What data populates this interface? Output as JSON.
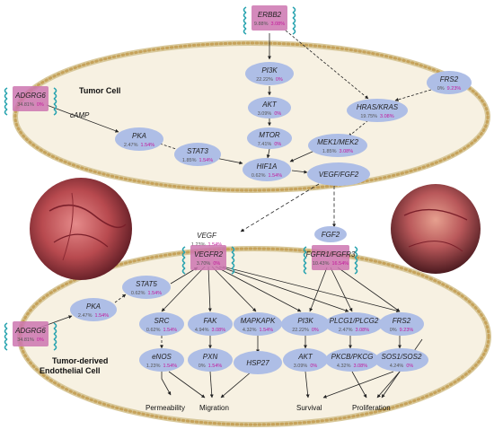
{
  "colors": {
    "node_fill": "#aebee6",
    "membrane": "#d8c89a",
    "membrane_dot": "#c6a25a",
    "receptor": "#cc76b0",
    "helix": "#2aa4b0",
    "pct_primary": "#555555",
    "pct_secondary": "#c2189b"
  },
  "icons": [
    "cell-membrane",
    "transmembrane-receptor-icon",
    "tissue-photo-left",
    "tissue-photo-right"
  ],
  "tumor": {
    "label": "Tumor Cell",
    "camp": "cAMP",
    "nodes": {
      "adgrg6": {
        "name": "ADGRG6",
        "p1": "34.81%",
        "p2": "0%"
      },
      "erbb2": {
        "name": "ERBB2",
        "p1": "9.88%",
        "p2": "3.08%"
      },
      "pi3k": {
        "name": "PI3K",
        "p1": "22.22%",
        "p2": "0%"
      },
      "akt": {
        "name": "AKT",
        "p1": "3.09%",
        "p2": "0%"
      },
      "mtor": {
        "name": "MTOR",
        "p1": "7.41%",
        "p2": "0%"
      },
      "pka": {
        "name": "PKA",
        "p1": "2.47%",
        "p2": "1.54%"
      },
      "stat3": {
        "name": "STAT3",
        "p1": "1.85%",
        "p2": "1.54%"
      },
      "hif1a": {
        "name": "HIF1A",
        "p1": "0.62%",
        "p2": "1.54%"
      },
      "frs2": {
        "name": "FRS2",
        "p1": "0%",
        "p2": "9.23%"
      },
      "hras": {
        "name": "HRAS/KRAS",
        "p1": "19.75%",
        "p2": "3.08%"
      },
      "mek": {
        "name": "MEK1/MEK2",
        "p1": "1.85%",
        "p2": "3.08%"
      },
      "vegf_fgf2": {
        "name": "VEGF/FGF2"
      }
    }
  },
  "endo": {
    "label_line1": "Tumor-derived",
    "label_line2": "Endothelial Cell",
    "nodes": {
      "vegf": {
        "name": "VEGF",
        "p1": "1.23%",
        "p2": "1.54%"
      },
      "vegfr2": {
        "name": "VEGFR2",
        "p1": "3.70%",
        "p2": "0%"
      },
      "fgf2": {
        "name": "FGF2"
      },
      "fgfr": {
        "name": "FGFR1/FGFR3",
        "p1": "10.43%",
        "p2": "16.54%"
      },
      "adgrg6": {
        "name": "ADGRG6",
        "p1": "34.81%",
        "p2": "0%"
      },
      "pka": {
        "name": "PKA",
        "p1": "2.47%",
        "p2": "1.54%"
      },
      "stat5": {
        "name": "STAT5",
        "p1": "0.62%",
        "p2": "1.54%"
      },
      "src": {
        "name": "SRC",
        "p1": "0.62%",
        "p2": "1.54%"
      },
      "fak": {
        "name": "FAK",
        "p1": "4.94%",
        "p2": "3.08%"
      },
      "mapkapk": {
        "name": "MAPKAPK",
        "p1": "4.32%",
        "p2": "1.54%"
      },
      "pi3k": {
        "name": "PI3K",
        "p1": "22.22%",
        "p2": "0%"
      },
      "plcg": {
        "name": "PLCG1/PLCG2",
        "p1": "2.47%",
        "p2": "3.08%"
      },
      "frs2": {
        "name": "FRS2",
        "p1": "0%",
        "p2": "9.23%"
      },
      "enos": {
        "name": "eNOS",
        "p1": "1.23%",
        "p2": "1.54%"
      },
      "pxn": {
        "name": "PXN",
        "p1": "0%",
        "p2": "1.54%"
      },
      "hsp27": {
        "name": "HSP27"
      },
      "akt": {
        "name": "AKT",
        "p1": "3.09%",
        "p2": "0%"
      },
      "pkcb": {
        "name": "PKCB/PKCG",
        "p1": "4.32%",
        "p2": "3.08%"
      },
      "sos": {
        "name": "SOS1/SOS2",
        "p1": "4.24%",
        "p2": "0%"
      }
    },
    "outcomes": {
      "permeability": "Permeability",
      "migration": "Migration",
      "survival": "Survival",
      "proliferation": "Proliferation"
    }
  }
}
